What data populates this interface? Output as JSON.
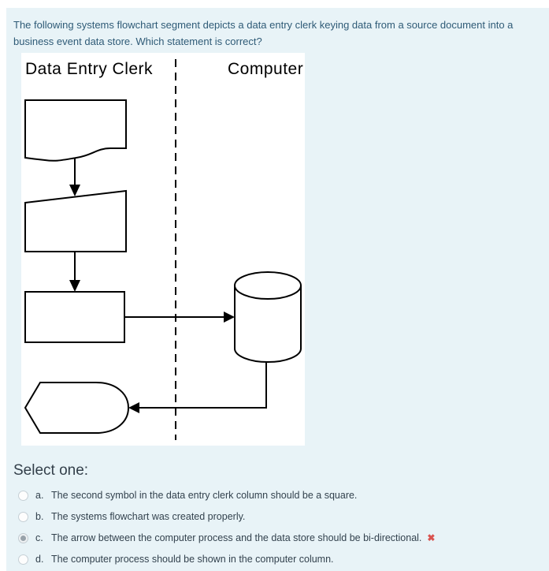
{
  "question": {
    "text": "The following systems flowchart segment depicts a data entry clerk keying data from a source document into a business event data store. Which statement is correct?"
  },
  "flowchart": {
    "left_column_label": "Data Entry Clerk",
    "right_column_label": "Computer",
    "symbols": [
      "source-document",
      "manual-keying-input",
      "process",
      "data-store-cylinder",
      "display"
    ]
  },
  "prompt": "Select one:",
  "options": [
    {
      "letter": "a.",
      "text": "The second symbol in the data entry clerk column should be a square.",
      "selected": false
    },
    {
      "letter": "b.",
      "text": "The systems flowchart was created properly.",
      "selected": false
    },
    {
      "letter": "c.",
      "text": "The arrow between the computer process and the data store should be bi-directional.",
      "selected": true,
      "feedback": "incorrect"
    },
    {
      "letter": "d.",
      "text": "The computer process should be shown in the computer column.",
      "selected": false
    }
  ],
  "icons": {
    "incorrect_mark": "✖"
  },
  "colors": {
    "panel_bg": "#e8f3f7",
    "question_text": "#2f5b77",
    "option_text": "#33424e",
    "incorrect": "#d9534f"
  }
}
